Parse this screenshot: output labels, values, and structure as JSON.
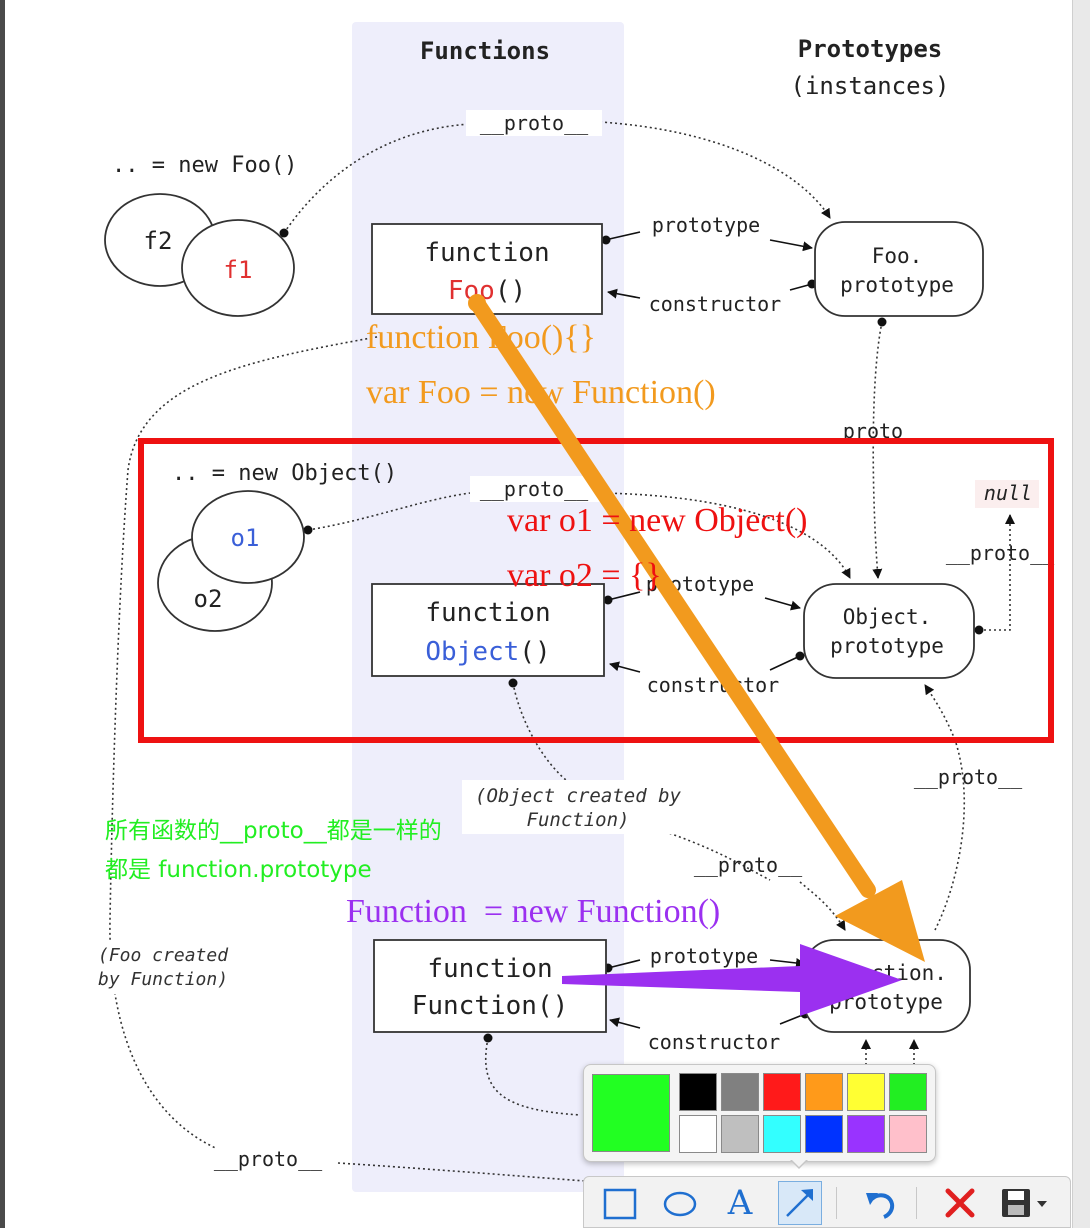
{
  "diagram": {
    "header_functions": "Functions",
    "header_prototypes": "Prototypes",
    "header_instances": "(instances)",
    "new_foo": ".. = new Foo()",
    "new_object": ".. = new Object()",
    "f2": "f2",
    "f1": "f1",
    "o1": "o1",
    "o2": "o2",
    "proto": "__proto__",
    "proto_plain": "proto",
    "prototype": "prototype",
    "constructor": "constructor",
    "function_kw": "function",
    "foo_name": "Foo",
    "object_name": "Object",
    "function_function": "Function()",
    "call_parens": "()",
    "foo_prototype_1": "Foo.",
    "foo_prototype_2": "prototype",
    "object_prototype_1": "Object.",
    "object_prototype_2": "prototype",
    "function_prototype_1": "Function.",
    "function_prototype_2": "prototype",
    "null": "null",
    "object_created_1": "(Object created by",
    "object_created_2": "Function)",
    "foo_created_1": "(Foo created",
    "foo_created_2": "by Function)"
  },
  "annotations": {
    "foo_decl": "function Foo(){}",
    "foo_new": "var Foo = new Function()",
    "o1_new": "var o1 = new Object()",
    "o2_literal": "var o2 = {}",
    "cn_line1": "所有函数的__proto__都是一样的",
    "cn_line2": "都是 function.prototype",
    "function_new": "Function  = new Function()"
  },
  "colors": {
    "annotation_orange": "#f29a1e",
    "annotation_red": "#ee1111",
    "annotation_green": "#22ee22",
    "annotation_purple": "#9b30f0",
    "highlight_box": "#ee1111",
    "column_band": "#eeeefb",
    "foo_text": "#e03030",
    "object_text": "#3a5fd8"
  },
  "palette": {
    "current": "#22ff22",
    "swatches": [
      "#000000",
      "#808080",
      "#ff1a1a",
      "#ff9a1a",
      "#ffff33",
      "#22ee22",
      "#ffffff",
      "#bfbfbf",
      "#33ffff",
      "#0033ff",
      "#9933ff",
      "#ffc0cb"
    ]
  },
  "toolbar": {
    "tools": [
      "rectangle-tool",
      "ellipse-tool",
      "text-tool",
      "arrow-tool",
      "undo-tool",
      "close-tool",
      "save-tool"
    ],
    "text_tool_glyph": "A",
    "active_tool": "arrow-tool"
  }
}
